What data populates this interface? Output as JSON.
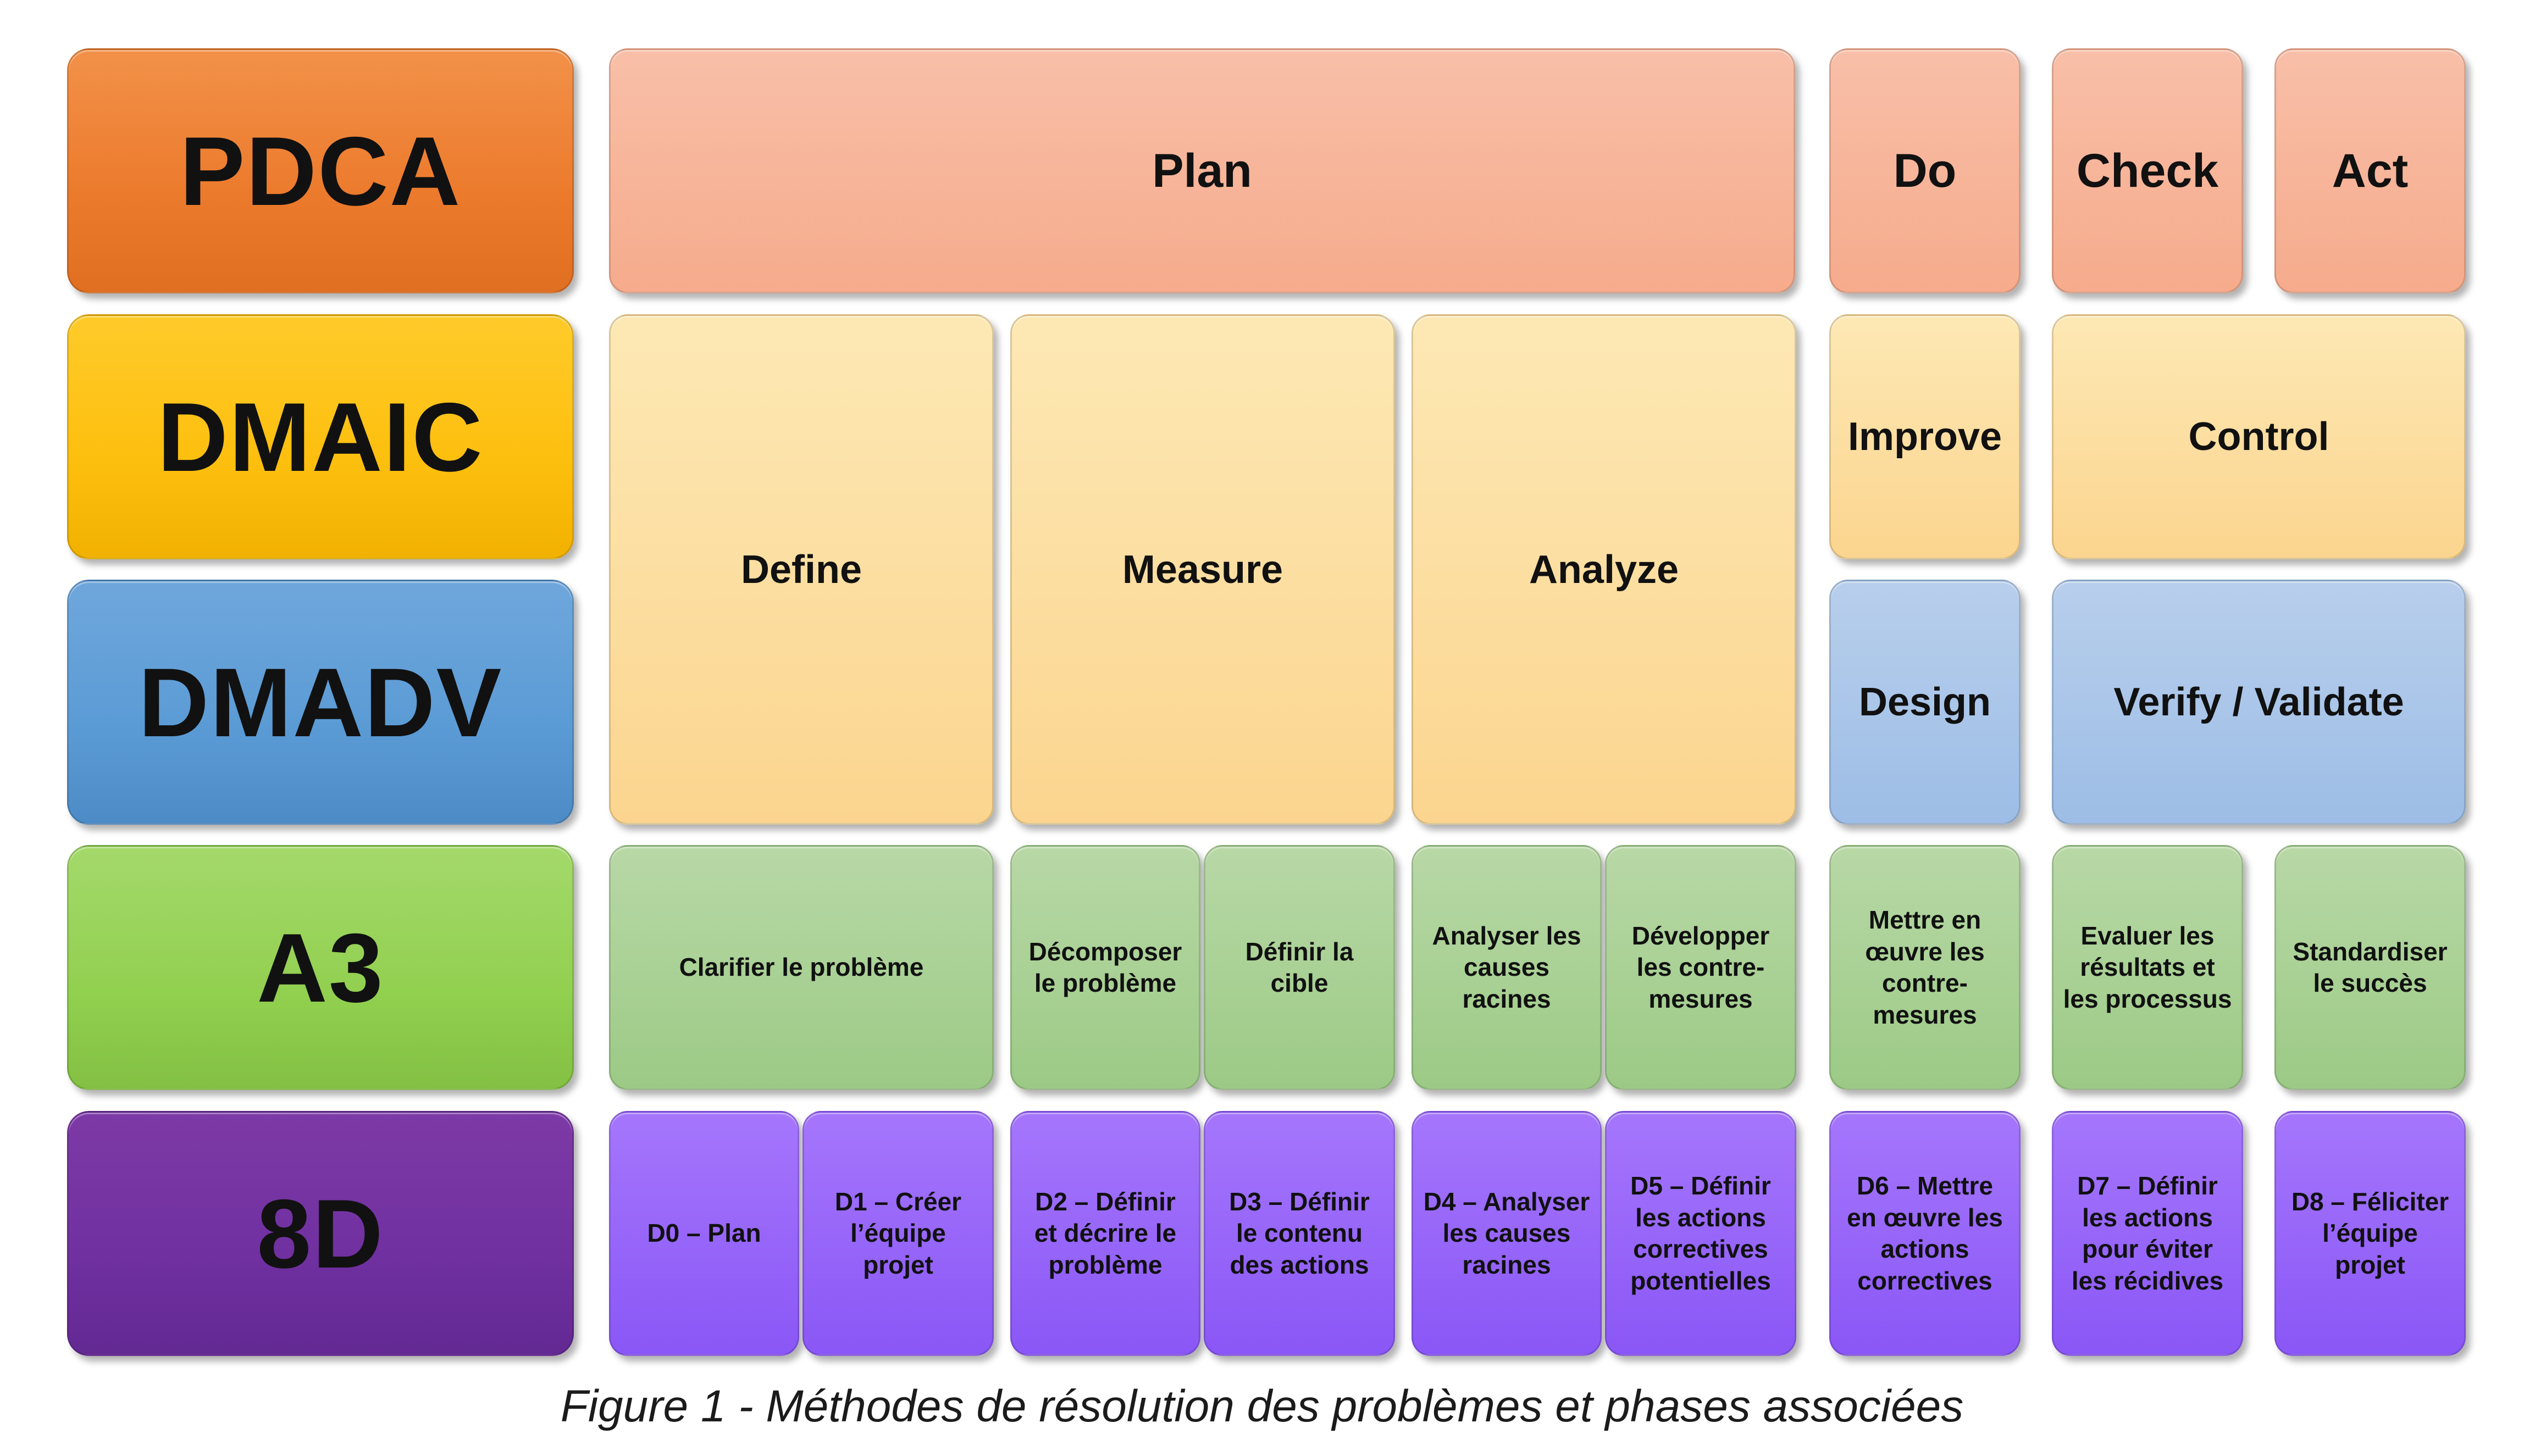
{
  "methods": {
    "pdca": "PDCA",
    "dmaic": "DMAIC",
    "dmadv": "DMADV",
    "a3": "A3",
    "d8": "8D"
  },
  "pdca": {
    "plan": "Plan",
    "do": "Do",
    "check": "Check",
    "act": "Act"
  },
  "dmaic": {
    "define": "Define",
    "measure": "Measure",
    "analyze": "Analyze",
    "improve": "Improve",
    "control": "Control"
  },
  "dmadv": {
    "design": "Design",
    "verify": "Verify / Validate"
  },
  "a3": {
    "clarifier": "Clarifier le problème",
    "decomposer": "Décomposer\nle problème",
    "definir_cible": "Définir la\ncible",
    "analyser": "Analyser les\ncauses\nracines",
    "developper": "Développer\nles contre-\nmesures",
    "mettre": "Mettre en\nœuvre les\ncontre-\nmesures",
    "evaluer": "Evaluer les\nrésultats et\nles processus",
    "standardiser": "Standardiser\nle succès"
  },
  "d8": {
    "d0": "D0 – Plan",
    "d1": "D1 – Créer\nl’équipe\nprojet",
    "d2": "D2 – Définir\net décrire le\nproblème",
    "d3": "D3 – Définir\nle contenu\ndes actions",
    "d4": "D4 – Analyser\nles causes\nracines",
    "d5": "D5 – Définir\nles actions\ncorrectives\npotentielles",
    "d6": "D6 – Mettre\nen œuvre les\nactions\ncorrectives",
    "d7": "D7 – Définir\nles actions\npour éviter\nles récidives",
    "d8": "D8 – Féliciter\nl’équipe\nprojet"
  },
  "caption": "Figure 1 - Méthodes de résolution des problèmes et phases associées",
  "colors": {
    "pdca": "#ec7a2c",
    "dmaic": "#fdbf0e",
    "dmadv": "#5b9bd5",
    "a3": "#92d050",
    "d8": "#7030a0",
    "pdca_phase": "#f6ab8c",
    "dmaic_phase": "#fbd58f",
    "dmadv_phase": "#9dbde6",
    "a3_phase": "#9cca86",
    "d8_phase": "#8a57f6"
  }
}
